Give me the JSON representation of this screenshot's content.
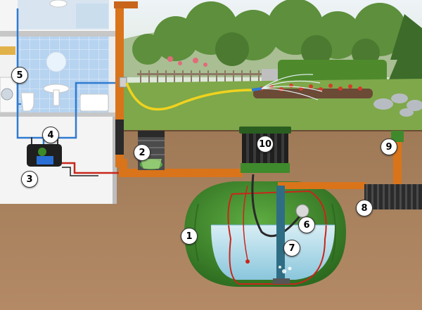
{
  "markers": [
    {
      "id": "1",
      "label": "1",
      "part": "tank"
    },
    {
      "id": "2",
      "label": "2",
      "part": "filter"
    },
    {
      "id": "3",
      "label": "3",
      "part": "pump"
    },
    {
      "id": "4",
      "label": "4",
      "part": "control-unit"
    },
    {
      "id": "5",
      "label": "5",
      "part": "house-supply-line"
    },
    {
      "id": "6",
      "label": "6",
      "part": "floating-suction"
    },
    {
      "id": "7",
      "label": "7",
      "part": "calmed-inlet"
    },
    {
      "id": "8",
      "label": "8",
      "part": "overflow-pipe"
    },
    {
      "id": "9",
      "label": "9",
      "part": "vent-pipe"
    },
    {
      "id": "10",
      "label": "10",
      "part": "dome-shaft"
    }
  ],
  "colors": {
    "sky": "#dfe9f2",
    "lawn": "#7ea84a",
    "soil": "#a77d5a",
    "tank": "#3f8a2c",
    "water": "#a9d6e5",
    "pipe_orange": "#d9741b",
    "pipe_red": "#c8261b",
    "hose_yellow": "#f0d21e",
    "house_wall": "#eeeeee",
    "tile_blue": "#a9c9ec"
  }
}
